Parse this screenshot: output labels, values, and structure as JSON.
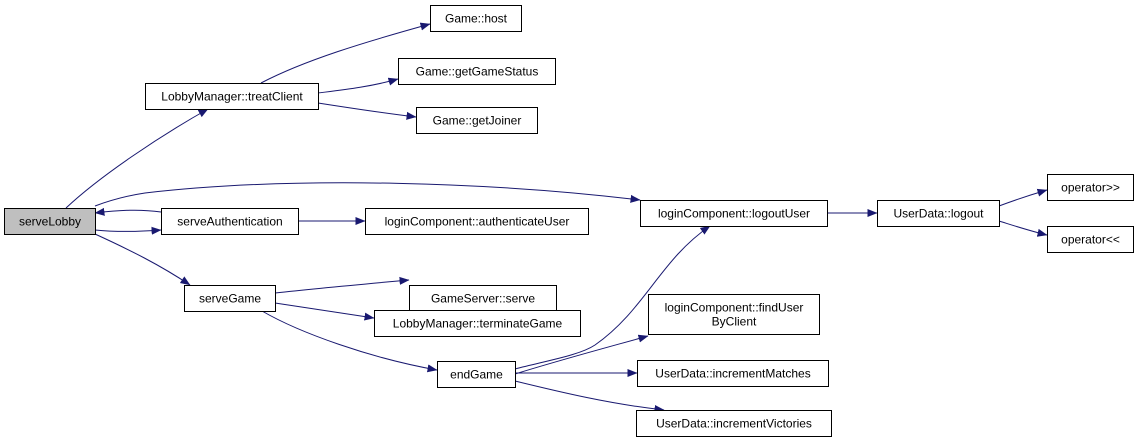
{
  "colors": {
    "edge": "#191970",
    "node_border": "#000000",
    "node_fill": "#ffffff",
    "root_fill": "#bfbfbf",
    "text": "#000000"
  },
  "nodes": [
    {
      "id": "serveLobby",
      "lines": [
        "serveLobby"
      ],
      "root": true
    },
    {
      "id": "lobby-treat",
      "lines": [
        "LobbyManager::treatClient"
      ]
    },
    {
      "id": "game-host",
      "lines": [
        "Game::host"
      ]
    },
    {
      "id": "game-status",
      "lines": [
        "Game::getGameStatus"
      ]
    },
    {
      "id": "game-joiner",
      "lines": [
        "Game::getJoiner"
      ]
    },
    {
      "id": "serve-auth",
      "lines": [
        "serveAuthentication"
      ]
    },
    {
      "id": "login-auth",
      "lines": [
        "loginComponent::authenticateUser"
      ]
    },
    {
      "id": "login-logout",
      "lines": [
        "loginComponent::logoutUser"
      ]
    },
    {
      "id": "user-logout",
      "lines": [
        "UserData::logout"
      ]
    },
    {
      "id": "op-rshift",
      "lines": [
        "operator>>"
      ]
    },
    {
      "id": "op-lshift",
      "lines": [
        "operator<<"
      ]
    },
    {
      "id": "serve-game",
      "lines": [
        "serveGame"
      ]
    },
    {
      "id": "gameserver-serve",
      "lines": [
        "GameServer::serve"
      ]
    },
    {
      "id": "lobby-terminate",
      "lines": [
        "LobbyManager::terminateGame"
      ]
    },
    {
      "id": "end-game",
      "lines": [
        "endGame"
      ]
    },
    {
      "id": "login-find",
      "lines": [
        "loginComponent::findUser",
        "ByClient"
      ]
    },
    {
      "id": "user-matches",
      "lines": [
        "UserData::incrementMatches"
      ]
    },
    {
      "id": "user-victories",
      "lines": [
        "UserData::incrementVictories"
      ]
    }
  ],
  "edges": [
    {
      "from": "serveLobby",
      "to": "lobby-treat"
    },
    {
      "from": "lobby-treat",
      "to": "game-host"
    },
    {
      "from": "lobby-treat",
      "to": "game-status"
    },
    {
      "from": "lobby-treat",
      "to": "game-joiner"
    },
    {
      "from": "serveLobby",
      "to": "login-logout"
    },
    {
      "from": "serveLobby",
      "to": "serve-auth"
    },
    {
      "from": "serve-auth",
      "to": "serveLobby"
    },
    {
      "from": "serve-auth",
      "to": "login-auth"
    },
    {
      "from": "login-logout",
      "to": "user-logout"
    },
    {
      "from": "user-logout",
      "to": "op-rshift"
    },
    {
      "from": "user-logout",
      "to": "op-lshift"
    },
    {
      "from": "serveLobby",
      "to": "serve-game"
    },
    {
      "from": "serve-game",
      "to": "gameserver-serve"
    },
    {
      "from": "serve-game",
      "to": "lobby-terminate"
    },
    {
      "from": "serve-game",
      "to": "end-game"
    },
    {
      "from": "end-game",
      "to": "login-logout"
    },
    {
      "from": "end-game",
      "to": "login-find"
    },
    {
      "from": "end-game",
      "to": "user-matches"
    },
    {
      "from": "end-game",
      "to": "user-victories"
    }
  ]
}
